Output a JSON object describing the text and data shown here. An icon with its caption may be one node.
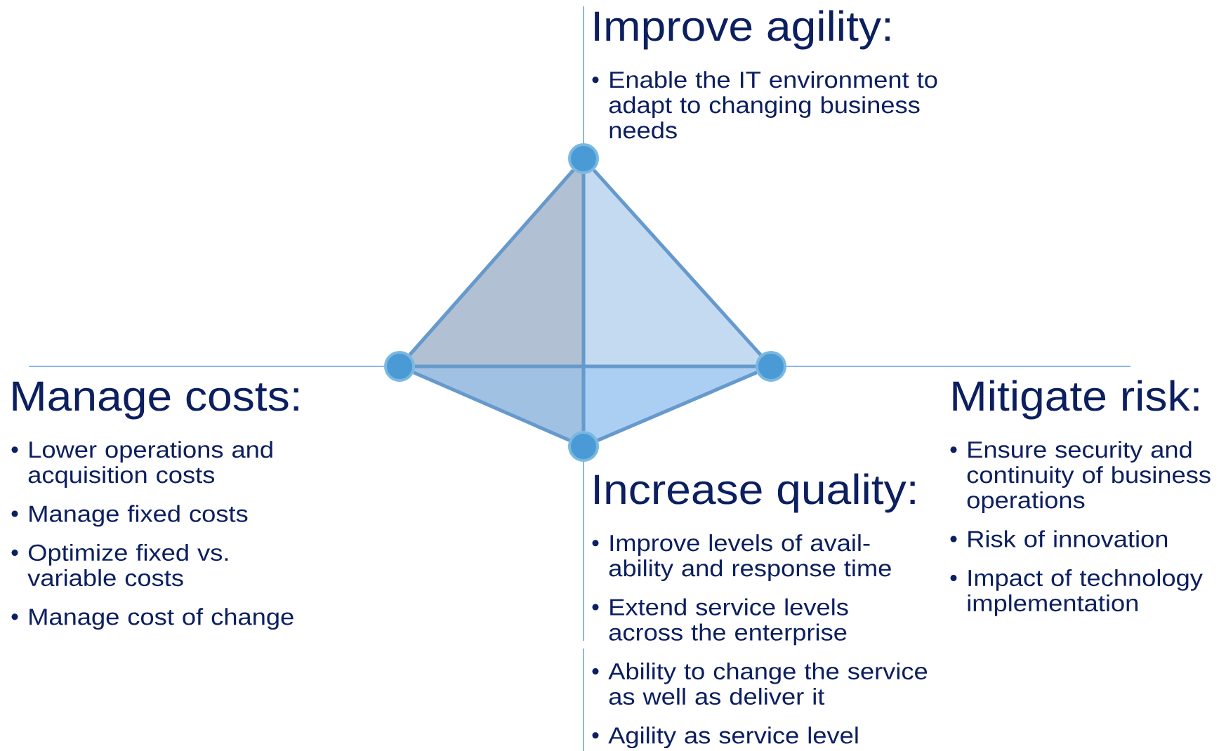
{
  "diagram": {
    "nodes": [
      {
        "text": [],
        "shape": "circle"
      },
      {
        "text": [],
        "shape": "circle"
      },
      {
        "text": [],
        "shape": "circle"
      },
      {
        "text": [],
        "shape": "circle"
      }
    ],
    "edges": [
      {
        "from": 0,
        "to": 1,
        "arrow": "none"
      },
      {
        "from": 0,
        "to": 2,
        "arrow": "none"
      },
      {
        "from": 1,
        "to": 3,
        "arrow": "none"
      },
      {
        "from": 2,
        "to": 3,
        "arrow": "none"
      },
      {
        "from": 0,
        "to": 3,
        "arrow": "none"
      },
      {
        "from": 1,
        "to": 2,
        "arrow": "none"
      }
    ],
    "labels": [
      "Improve agility:",
      "Enable the IT environment to adapt to changing business needs",
      "Manage costs:",
      "Lower operations and acquisition costs",
      "Manage fixed costs",
      "Optimize fixed vs. variable costs",
      "Manage cost of change",
      "Mitigate risk:",
      "Ensure security and continuity of business operations",
      "Risk of innovation",
      "Impact of technology implementation",
      "Increase quality:",
      "Improve levels of avail- ability and response time",
      "Extend service levels across the enterprise",
      "Ability to change the service as well as deliver it",
      "Agility as service level"
    ]
  }
}
